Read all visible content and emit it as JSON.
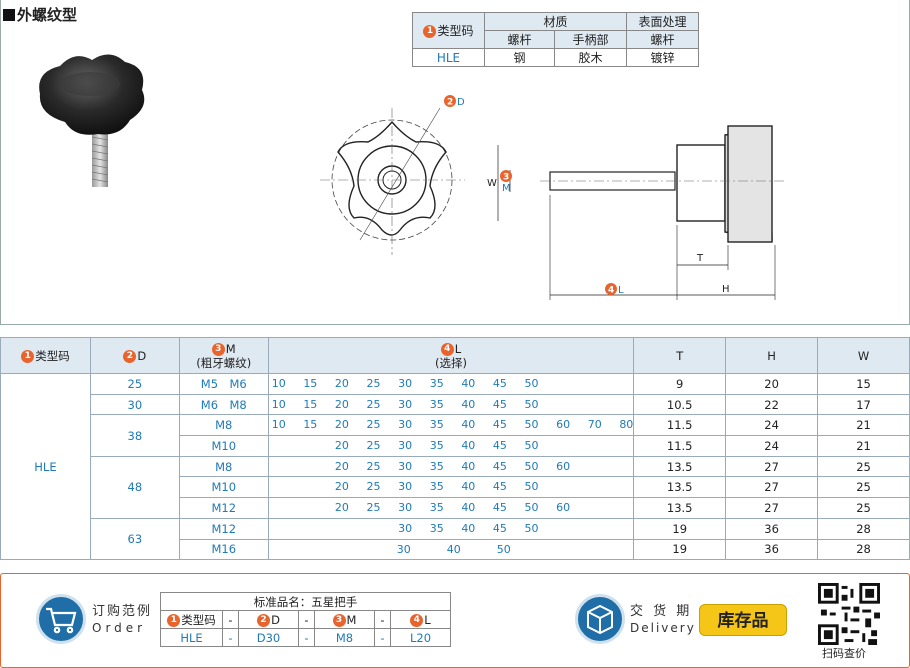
{
  "title": "外螺纹型",
  "material_table": {
    "h_code": "类型码",
    "h_material": "材质",
    "h_surface": "表面处理",
    "sub_screw": "螺杆",
    "sub_handle": "手柄部",
    "sub_surface_screw": "螺杆",
    "code": "HLE",
    "v_screw": "钢",
    "v_handle": "胶木",
    "v_surface": "镀锌"
  },
  "drawing_labels": {
    "d": "D",
    "m": "M",
    "w": "W",
    "t": "T",
    "h": "H",
    "l": "L",
    "n2": "2",
    "n3": "3",
    "n4": "4"
  },
  "spec": {
    "headers": {
      "code": "类型码",
      "d": "D",
      "m": "M",
      "m_sub": "(粗牙螺纹)",
      "l": "L",
      "l_sub": "(选择)",
      "t": "T",
      "h": "H",
      "w": "W"
    },
    "code": "HLE",
    "groups": [
      {
        "d": "25",
        "rows": [
          {
            "m": "M5　M6",
            "l": [
              "10",
              "15",
              "20",
              "25",
              "30",
              "35",
              "40",
              "45",
              "50"
            ],
            "t": "9",
            "h": "20",
            "w": "15"
          }
        ]
      },
      {
        "d": "30",
        "rows": [
          {
            "m": "M6　M8",
            "l": [
              "10",
              "15",
              "20",
              "25",
              "30",
              "35",
              "40",
              "45",
              "50"
            ],
            "t": "10.5",
            "h": "22",
            "w": "17"
          }
        ]
      },
      {
        "d": "38",
        "rows": [
          {
            "m": "M8",
            "l": [
              "10",
              "15",
              "20",
              "25",
              "30",
              "35",
              "40",
              "45",
              "50",
              "60",
              "70",
              "80"
            ],
            "t": "11.5",
            "h": "24",
            "w": "21"
          },
          {
            "m": "M10",
            "l": [
              "20",
              "25",
              "30",
              "35",
              "40",
              "45",
              "50"
            ],
            "t": "11.5",
            "h": "24",
            "w": "21"
          }
        ]
      },
      {
        "d": "48",
        "rows": [
          {
            "m": "M8",
            "l": [
              "20",
              "25",
              "30",
              "35",
              "40",
              "45",
              "50",
              "60"
            ],
            "t": "13.5",
            "h": "27",
            "w": "25"
          },
          {
            "m": "M10",
            "l": [
              "20",
              "25",
              "30",
              "35",
              "40",
              "45",
              "50"
            ],
            "t": "13.5",
            "h": "27",
            "w": "25"
          },
          {
            "m": "M12",
            "l": [
              "20",
              "25",
              "30",
              "35",
              "40",
              "45",
              "50",
              "60"
            ],
            "t": "13.5",
            "h": "27",
            "w": "25"
          }
        ]
      },
      {
        "d": "63",
        "rows": [
          {
            "m": "M12",
            "l": [
              "30",
              "35",
              "40",
              "45",
              "50"
            ],
            "t": "19",
            "h": "36",
            "w": "28"
          },
          {
            "m": "M16",
            "l": [
              "30",
              "40",
              "50"
            ],
            "t": "19",
            "h": "36",
            "w": "28"
          }
        ]
      }
    ]
  },
  "order": {
    "label_cn": "订购范例",
    "label_en": "Order",
    "example_title": "标准品名：五星把手",
    "h_code": "类型码",
    "h_d": "D",
    "h_m": "M",
    "h_l": "L",
    "dash": "-",
    "v_code": "HLE",
    "v_d": "D30",
    "v_m": "M8",
    "v_l": "L20",
    "delivery_cn": "交 货 期",
    "delivery_en": "Delivery",
    "stock": "库存品",
    "qr_label": "扫码查价"
  },
  "colors": {
    "accent": "#e8642c",
    "blue": "#1f7ab8",
    "header_bg": "#dfe9f2",
    "stock_bg": "#f5c518"
  }
}
